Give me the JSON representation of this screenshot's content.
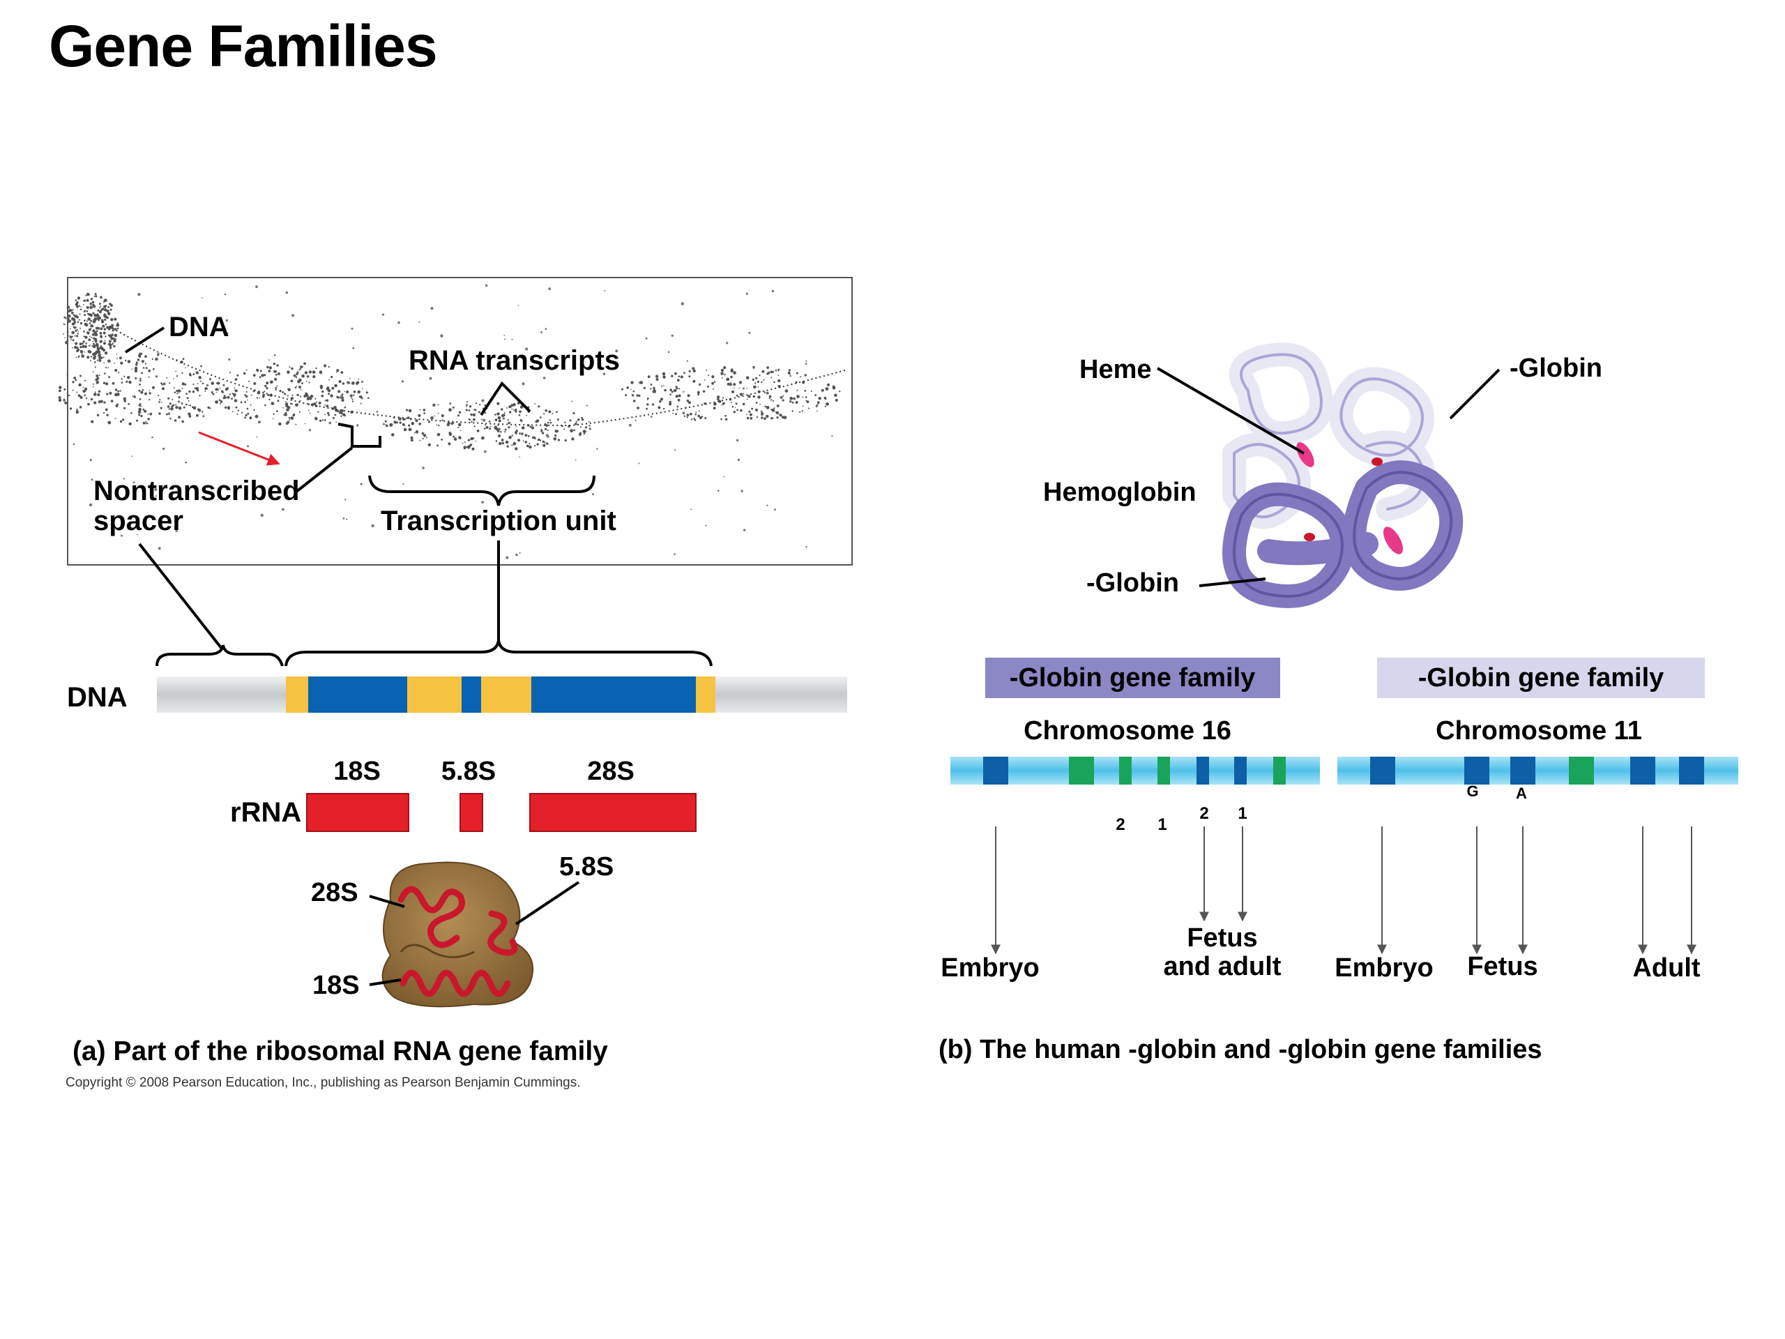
{
  "title": "Gene Families",
  "panel_a": {
    "micrograph": {
      "dna_label": "DNA",
      "rna_transcripts_label": "RNA transcripts",
      "spacer_label_line1": "Nontranscribed",
      "spacer_label_line2": "spacer",
      "transcription_unit_label": "Transcription unit"
    },
    "dna_label": "DNA",
    "rrna_label": "rRNA",
    "rrna_segments": [
      "18S",
      "5.8S",
      "28S"
    ],
    "ribosome_labels": {
      "28S": "28S",
      "5_8S": "5.8S",
      "18S": "18S"
    },
    "caption": "(a) Part of the ribosomal RNA gene family",
    "copyright": "Copyright © 2008 Pearson Education, Inc., publishing as Pearson Benjamin Cummings."
  },
  "panel_b": {
    "heme_label": "Heme",
    "beta_globin_label": "-Globin",
    "hemoglobin_label": "Hemoglobin",
    "alpha_globin_label": "-Globin",
    "alpha_family": {
      "header": "-Globin gene family",
      "chromosome": "Chromosome 16",
      "gene_numbers": [
        "2",
        "1",
        "2",
        "1"
      ],
      "stage_embryo": "Embryo",
      "stage_fetus_line1": "Fetus",
      "stage_fetus_line2": "and adult"
    },
    "beta_family": {
      "header": "-Globin gene family",
      "chromosome": "Chromosome 11",
      "gene_letters": [
        "G",
        "A"
      ],
      "stage_embryo": "Embryo",
      "stage_fetus": "Fetus",
      "stage_adult": "Adult"
    },
    "caption": "(b) The human  -globin and  -globin gene families"
  },
  "colors": {
    "gene_blue": "#0a62b3",
    "spacer_yellow": "#f5c242",
    "spacer_gray": "#c9cdd0",
    "rrna_red": "#e4202a",
    "alpha_header": "#8c87c5",
    "beta_header": "#d6d6ec",
    "chrom_light": "#5cc6ec",
    "chrom_dark": "#0d5fa6",
    "chrom_green": "#1aa35a",
    "ribosome_brown": "#9c7a45"
  }
}
